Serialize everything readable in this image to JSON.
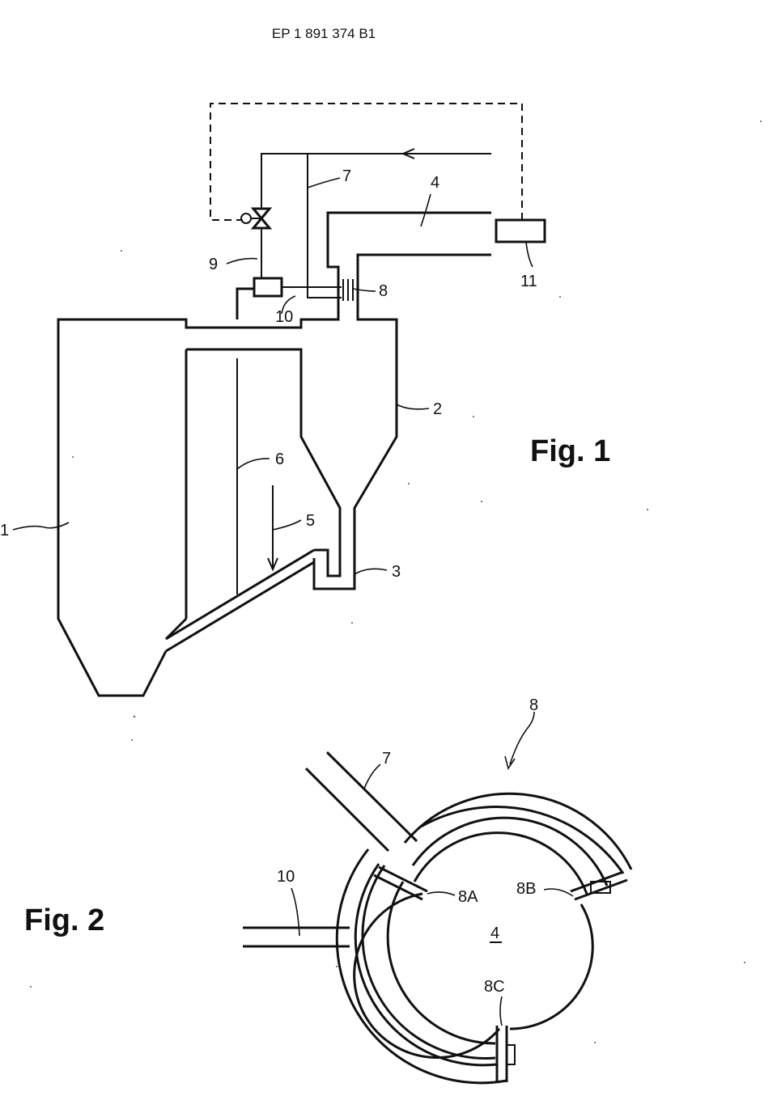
{
  "header": {
    "publication_number": "EP 1 891 374 B1"
  },
  "figure1": {
    "title": "Fig. 1",
    "refs": {
      "r1": "1",
      "r2": "2",
      "r3": "3",
      "r4": "4",
      "r5": "5",
      "r6": "6",
      "r7": "7",
      "r8": "8",
      "r9": "9",
      "r10": "10",
      "r11": "11"
    }
  },
  "figure2": {
    "title": "Fig. 2",
    "refs": {
      "r4": "4",
      "r7": "7",
      "r8": "8",
      "r10": "10",
      "r8a": "8A",
      "r8b": "8B",
      "r8c": "8C"
    }
  }
}
